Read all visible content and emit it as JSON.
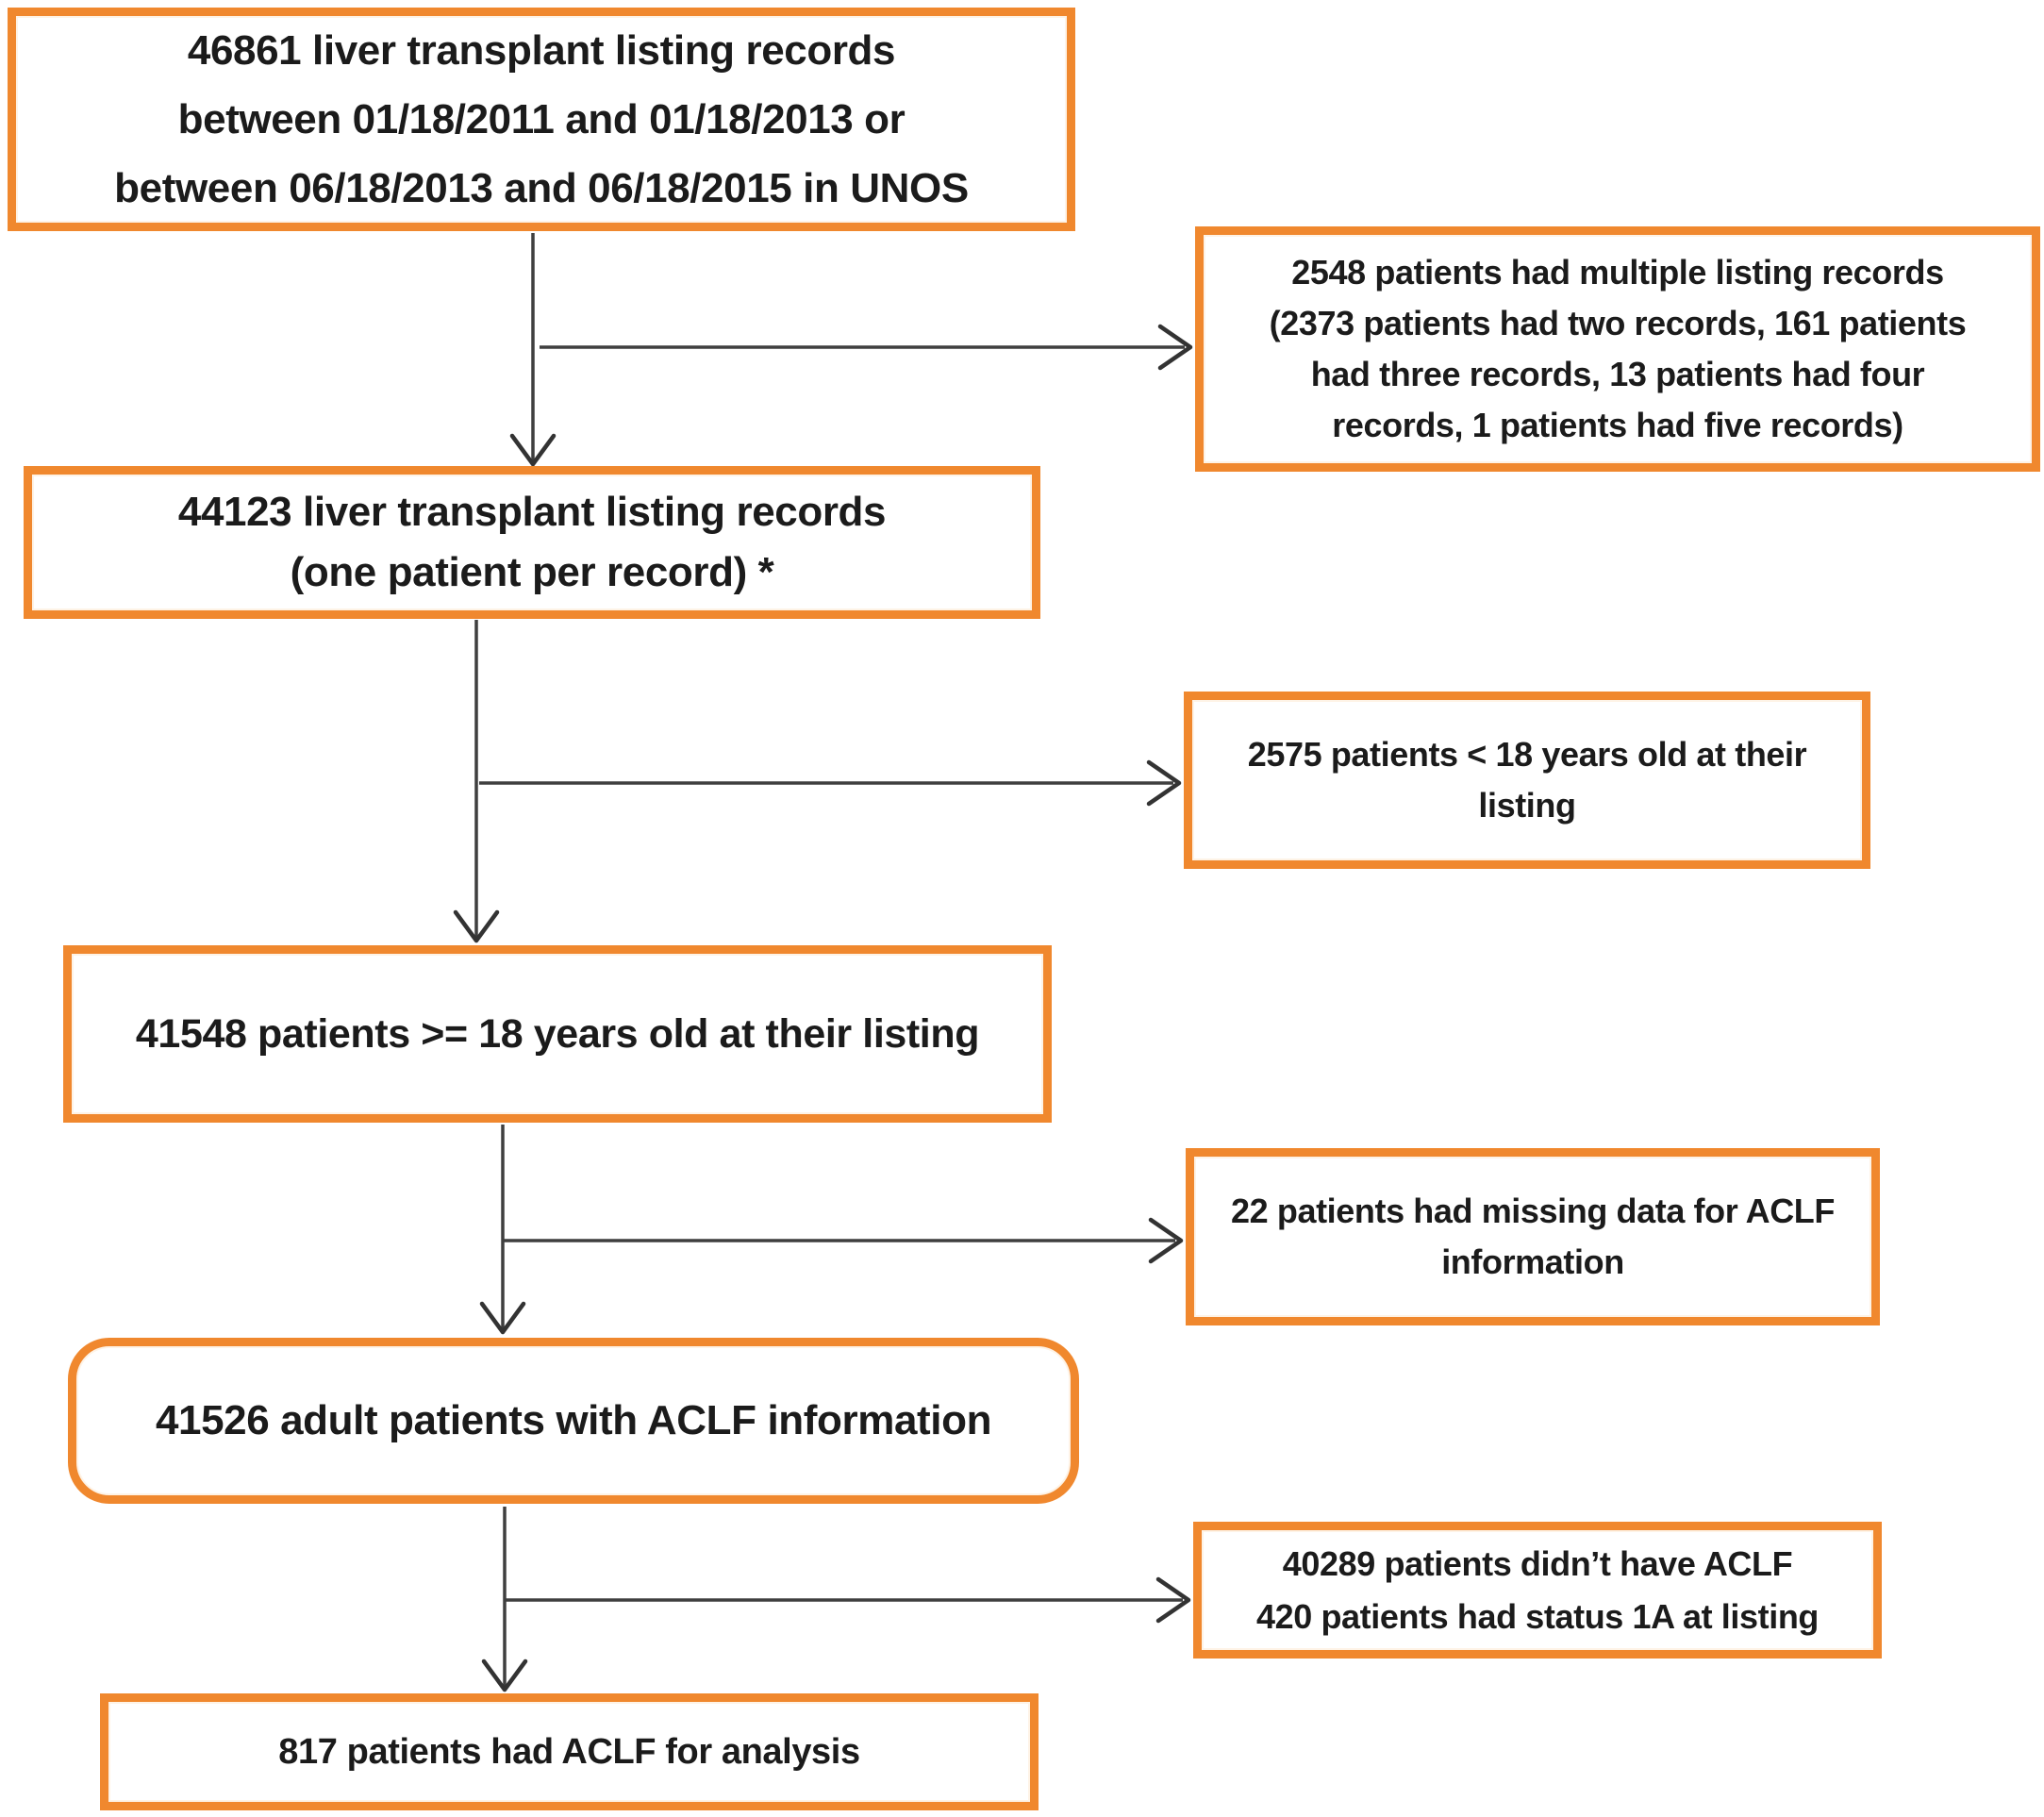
{
  "flowchart": {
    "colors": {
      "box_border": "#F0882E",
      "arrow": "#3f3f3f",
      "text": "#1b1b1b",
      "background": "#ffffff"
    },
    "main_boxes": [
      {
        "lines": [
          "46861 liver transplant listing records",
          "between 01/18/2011 and 01/18/2013 or",
          "between 06/18/2013 and 06/18/2015 in UNOS"
        ]
      },
      {
        "lines": [
          "44123 liver transplant listing records",
          "(one patient per record) *"
        ]
      },
      {
        "lines": [
          "41548 patients >= 18 years old at their listing"
        ]
      },
      {
        "lines": [
          "41526 adult patients with ACLF information"
        ]
      },
      {
        "lines": [
          "817 patients had ACLF for analysis"
        ]
      }
    ],
    "exclusion_boxes": [
      {
        "lines": [
          "2548 patients had multiple listing records",
          "(2373 patients had two records, 161 patients",
          "had three records, 13 patients had four",
          "records, 1 patients had five records)"
        ]
      },
      {
        "lines": [
          "2575 patients < 18 years old at their",
          "listing"
        ]
      },
      {
        "lines": [
          "22 patients had missing data for ACLF",
          "information"
        ]
      },
      {
        "lines": [
          "40289 patients didn’t have ACLF",
          "420 patients had status 1A at listing"
        ]
      }
    ]
  }
}
